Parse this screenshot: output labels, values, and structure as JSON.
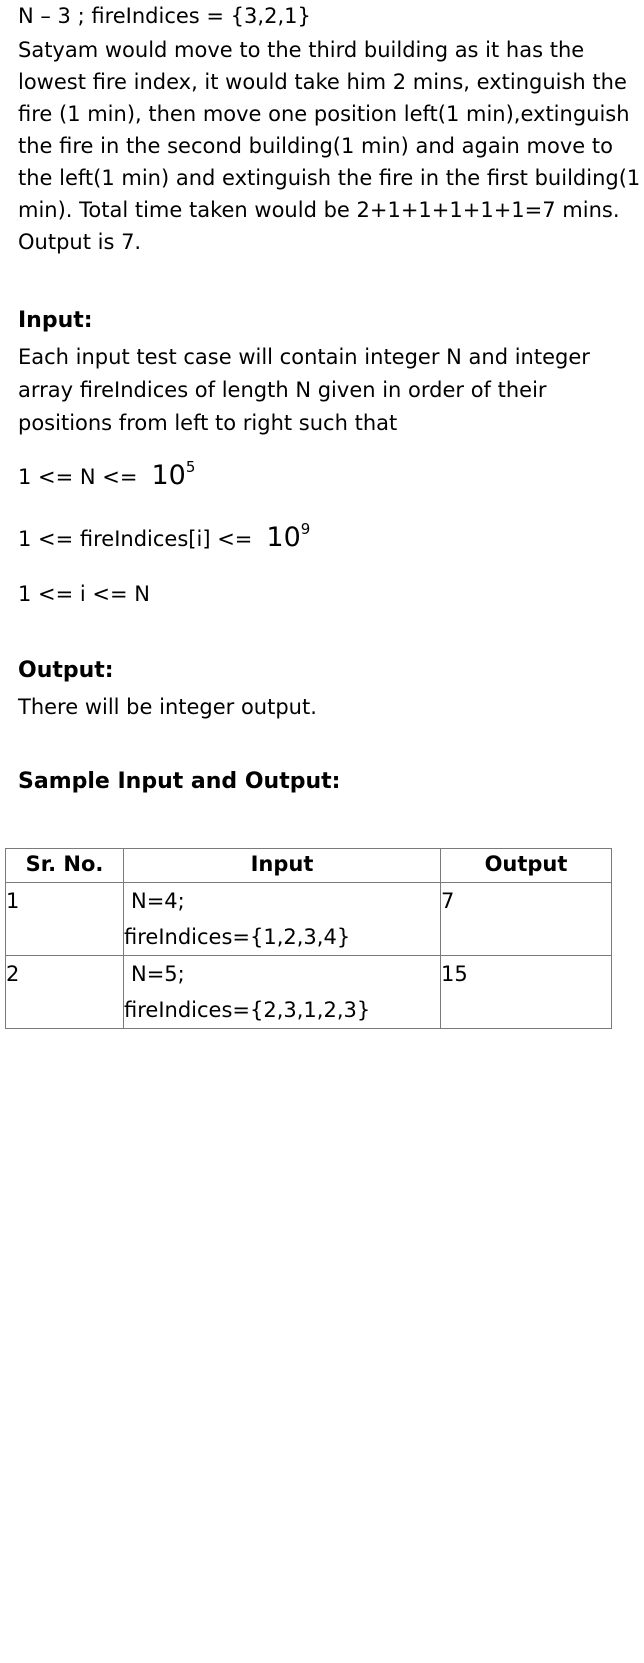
{
  "example": {
    "line": "N – 3 ; fireIndices = {3,2,1}",
    "explanation": "Satyam would move to the third building as it has the lowest fire index, it would take him 2 mins, extinguish the fire (1 min), then move one position left(1 min),extinguish the fire in the second building(1 min) and again move to the left(1 min) and extinguish the fire in the first building(1 min). Total time taken would be 2+1+1+1+1+1=7 mins. Output is 7."
  },
  "input_section": {
    "heading": "Input:",
    "description": "Each input test case will contain integer N and integer array fireIndices of length N given in order of their positions from left to right such that",
    "constraints": [
      {
        "prefix": "1 <= N <=",
        "base": "10",
        "exponent": "5"
      },
      {
        "prefix": "1 <= fireIndices[i] <=",
        "base": "10",
        "exponent": "9"
      },
      {
        "text": "1 <= i <= N"
      }
    ]
  },
  "output_section": {
    "heading": "Output:",
    "description": "There will be integer output."
  },
  "sample_section": {
    "heading": "Sample Input and Output:",
    "table": {
      "headers": [
        "Sr. No.",
        "Input",
        "Output"
      ],
      "rows": [
        {
          "sr": "1",
          "input_line1": "N=4;",
          "input_line2": "fireIndices={1,2,3,4}",
          "output": "7"
        },
        {
          "sr": "2",
          "input_line1": "N=5;",
          "input_line2": "fireIndices={2,3,1,2,3}",
          "output": "15"
        }
      ]
    }
  }
}
